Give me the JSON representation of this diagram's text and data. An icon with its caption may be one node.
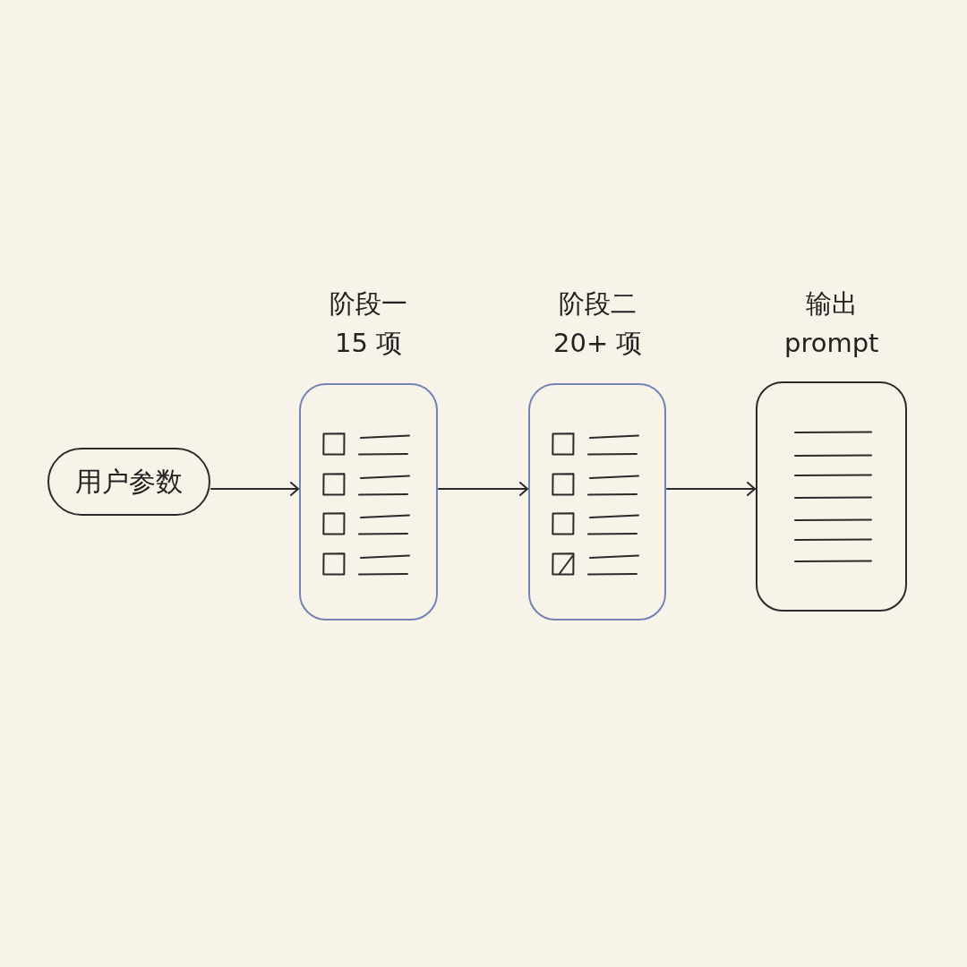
{
  "diagram": {
    "nodes": [
      {
        "text": [
          "用户参数"
        ]
      },
      {
        "text": [
          "阶段一",
          "15 项"
        ]
      },
      {
        "text": [
          "阶段二",
          "20+ 项"
        ]
      },
      {
        "text": [
          "输出",
          "prompt"
        ]
      }
    ],
    "edges": [
      {
        "from": 0,
        "to": 1,
        "arrow": "to"
      },
      {
        "from": 1,
        "to": 2,
        "arrow": "to"
      },
      {
        "from": 2,
        "to": 3,
        "arrow": "to"
      }
    ]
  }
}
